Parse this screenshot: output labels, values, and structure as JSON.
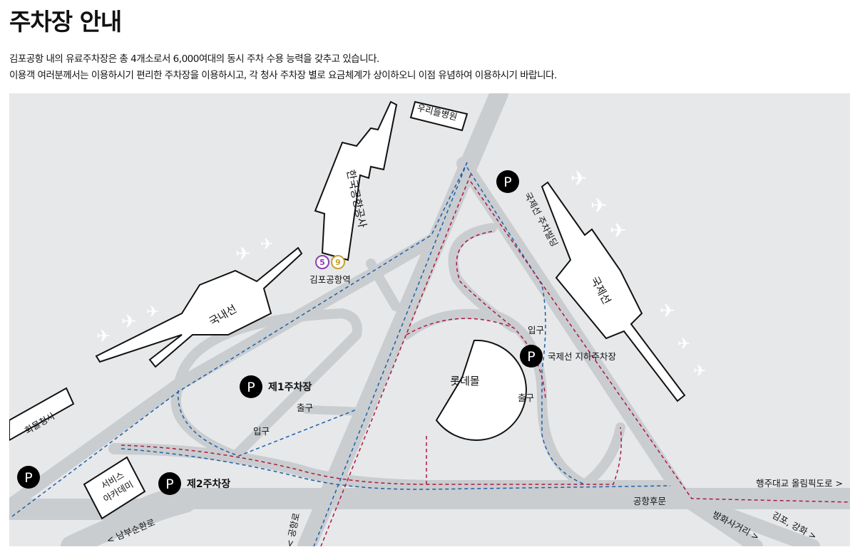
{
  "page_title": "주차장 안내",
  "description": [
    "김포공항 내의 유료주차장은 총 4개소로서 6,000여대의 동시 주차 수용 능력을 갖추고 있습니다.",
    "이용객 여러분께서는 이용하시기 편리한 주차장을 이용하시고, 각 청사 주차장 별로 요금체계가 상이하오니 이점 유념하여 이용하시기 바랍니다."
  ],
  "colors": {
    "road": "#c9cdd0",
    "background": "#e6e8ea",
    "route_blue": "#1f5fa8",
    "route_red": "#b0163f",
    "line5": "#8b3fb5",
    "line9": "#c7a12b"
  },
  "map": {
    "buildings": {
      "hospital": "우리들병원",
      "kac": "한국공항공사",
      "domestic": "국내선",
      "international": "국제선",
      "cargo": "화물청사",
      "academy_1": "서비스",
      "academy_2": "아카데미",
      "lotte": "롯데몰"
    },
    "station": {
      "name": "김포공항역",
      "line5": "5",
      "line9": "9"
    },
    "parking": {
      "p": "P",
      "lot1": "제1주차장",
      "lot2": "제2주차장",
      "intl_building": "국제선 주차빌딩",
      "intl_underground": "국제선 지하주차장"
    },
    "labels": {
      "entrance": "입구",
      "exit": "출구"
    },
    "roads": {
      "nambu": "< 남부순환로",
      "gonghangro": "< 공항로",
      "back_gate": "공항후문",
      "haengju": "행주대교 올림픽도로 >",
      "banghwa": "방화사거리 >",
      "gimpo": "김포, 강화 >"
    }
  }
}
